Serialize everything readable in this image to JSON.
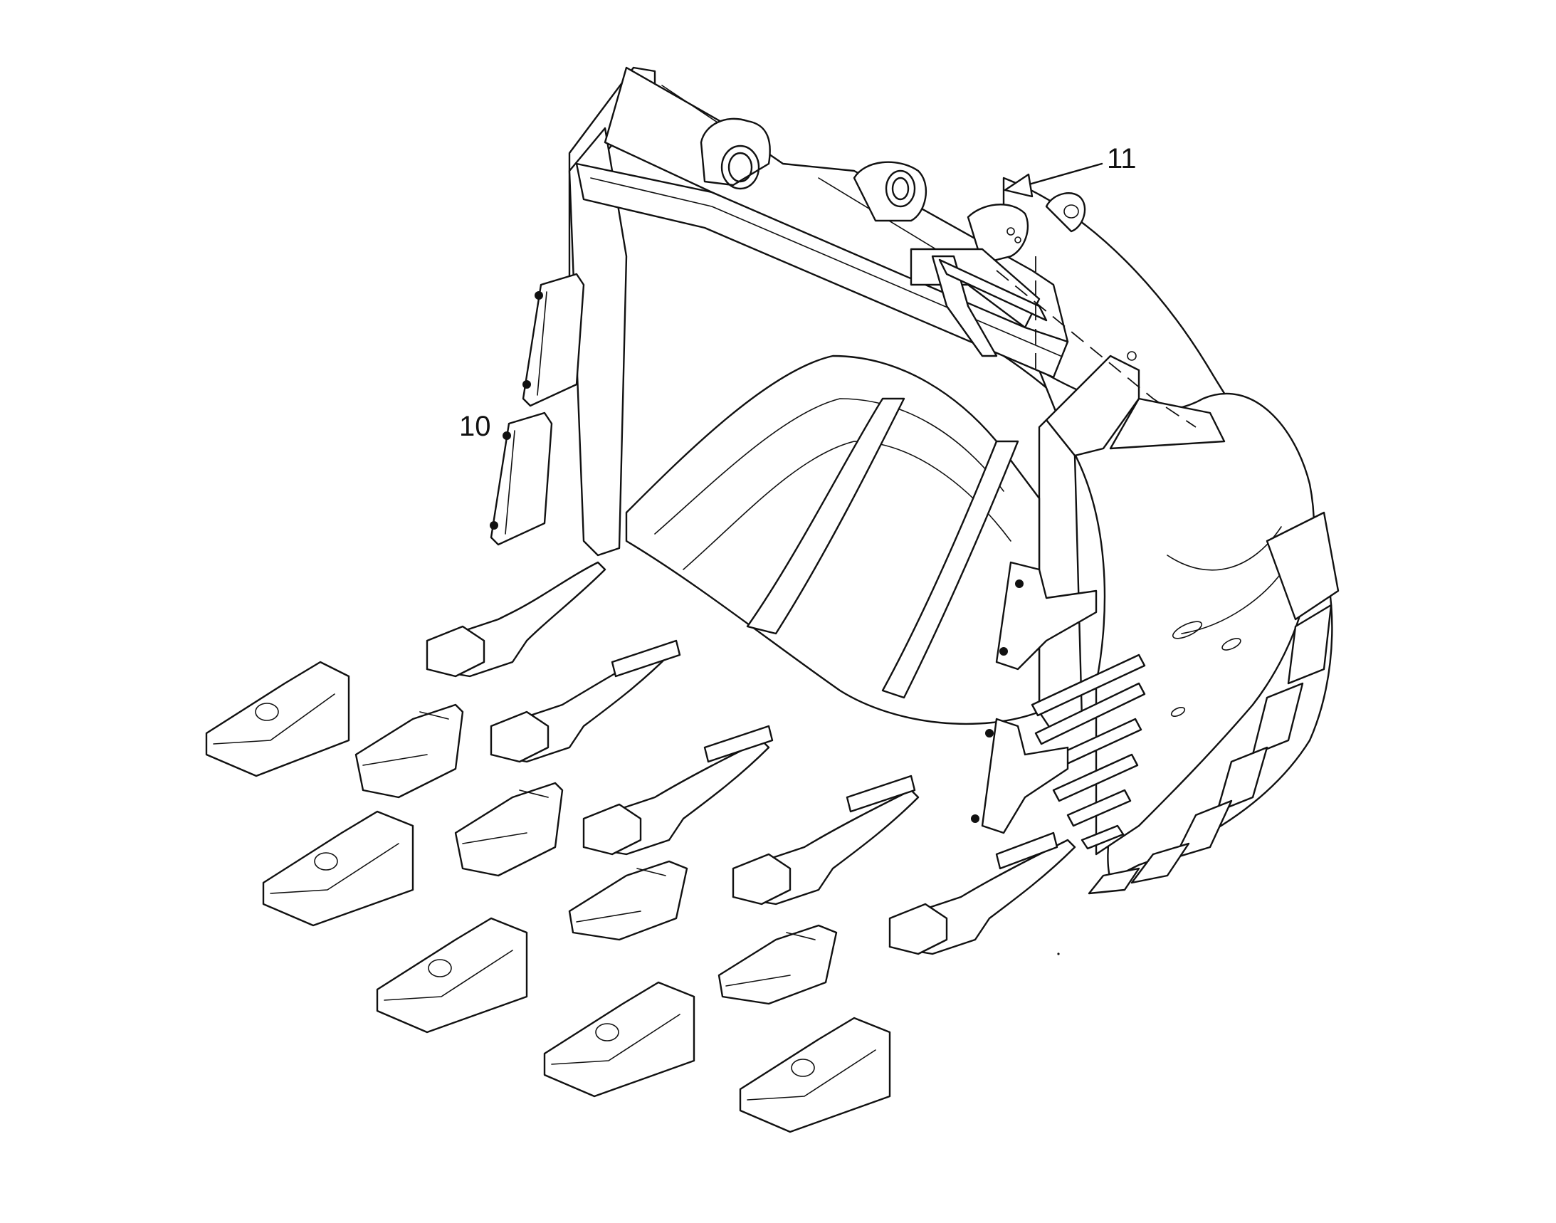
{
  "diagram": {
    "callouts": [
      {
        "id": "callout-11",
        "label": "11"
      },
      {
        "id": "callout-10",
        "label": "10"
      }
    ],
    "colors": {
      "line": "#111111",
      "background": "#ffffff"
    }
  }
}
